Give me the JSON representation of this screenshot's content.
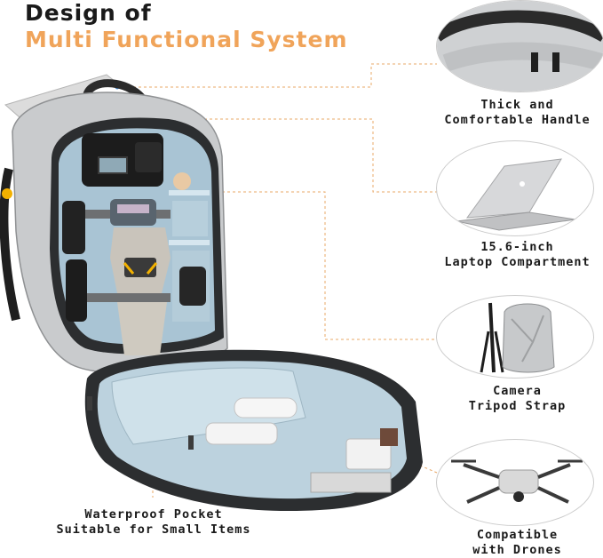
{
  "header": {
    "line1": "Design of",
    "line2": "Multi Functional System"
  },
  "features": [
    {
      "line1": "Thick and",
      "line2": "Comfortable Handle",
      "icon": "handle-closeup"
    },
    {
      "line1": "15.6-inch",
      "line2": "Laptop Compartment",
      "icon": "laptop"
    },
    {
      "line1": "Camera",
      "line2": "Tripod Strap",
      "icon": "hardshell-backpack-tripod"
    },
    {
      "line1": "Compatible",
      "line2": "with Drones",
      "icon": "drone"
    }
  ],
  "pocket": {
    "line1": "Waterproof Pocket",
    "line2": "Suitable for Small Items"
  },
  "colors": {
    "accent": "#f0a45a",
    "leader": "#e8a867",
    "bag_shell": "#c9cbcd",
    "bag_lining": "#a9c4d4"
  }
}
